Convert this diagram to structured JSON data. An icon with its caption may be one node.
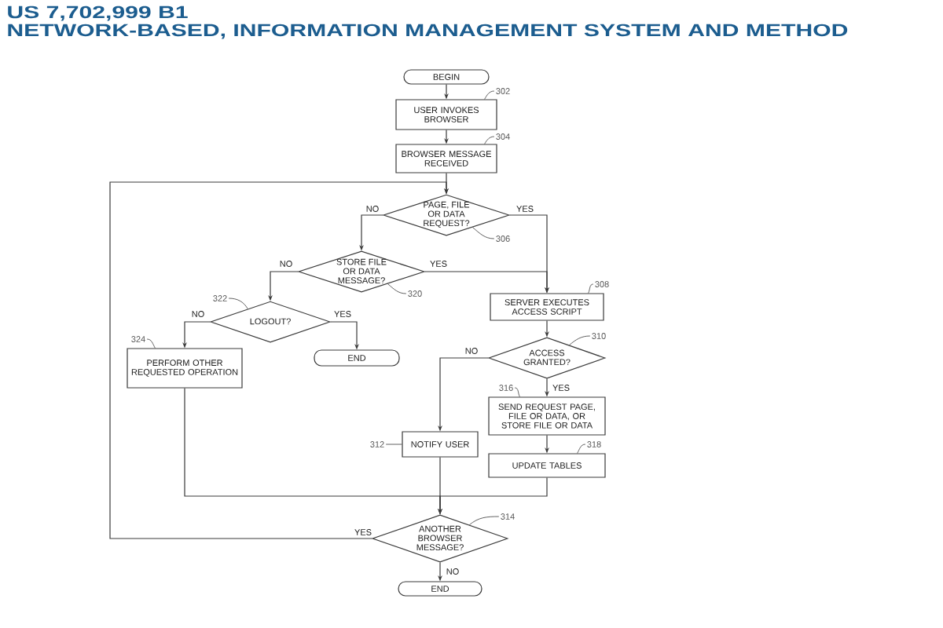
{
  "diagram": {
    "title": "NETWORK-BASED, INFORMATION MANAGEMENT SYSTEM AND METHOD",
    "labels": [
      "US 7,702,999 B1"
    ],
    "nodes": [
      {
        "text": [
          "BEGIN"
        ]
      },
      {
        "text": [
          "USER INVOKES BROWSER"
        ]
      },
      {
        "text": [
          "BROWSER MESSAGE RECEIVED"
        ]
      },
      {
        "text": [
          "PAGE, FILE OR DATA REQUEST?"
        ]
      },
      {
        "text": [
          "STORE FILE OR DATA MESSAGE?"
        ]
      },
      {
        "text": [
          "LOGOUT?"
        ]
      },
      {
        "text": [
          "END"
        ]
      },
      {
        "text": [
          "PERFORM OTHER REQUESTED OPERATION"
        ]
      },
      {
        "text": [
          "SERVER EXECUTES ACCESS SCRIPT"
        ]
      },
      {
        "text": [
          "ACCESS GRANTED?"
        ]
      },
      {
        "text": [
          "SEND REQUEST PAGE, FILE OR DATA, OR STORE FILE OR DATA"
        ]
      },
      {
        "text": [
          "UPDATE TABLES"
        ]
      },
      {
        "text": [
          "NOTIFY USER"
        ]
      },
      {
        "text": [
          "ANOTHER BROWSER MESSAGE?"
        ]
      },
      {
        "text": [
          "END"
        ]
      },
      {
        "text": [
          "302"
        ]
      },
      {
        "text": [
          "304"
        ]
      },
      {
        "text": [
          "306"
        ]
      },
      {
        "text": [
          "308"
        ]
      },
      {
        "text": [
          "320"
        ]
      },
      {
        "text": [
          "322"
        ]
      },
      {
        "text": [
          "310"
        ]
      },
      {
        "text": [
          "324"
        ]
      },
      {
        "text": [
          "316"
        ]
      },
      {
        "text": [
          "312"
        ]
      },
      {
        "text": [
          "318"
        ]
      },
      {
        "text": [
          "314"
        ]
      }
    ],
    "edges": [
      {
        "from": 0,
        "to": 1,
        "arrow": "to"
      },
      {
        "from": 1,
        "to": 2,
        "arrow": "to"
      },
      {
        "from": 2,
        "to": 3,
        "arrow": "to"
      },
      {
        "from": 3,
        "to": 4,
        "arrow": "to",
        "label": "NO"
      },
      {
        "from": 3,
        "to": 8,
        "arrow": "to",
        "label": "YES"
      },
      {
        "from": 4,
        "to": 5,
        "arrow": "to",
        "label": "NO"
      },
      {
        "from": 4,
        "to": 8,
        "arrow": "to",
        "label": "YES"
      },
      {
        "from": 5,
        "to": 7,
        "arrow": "to",
        "label": "NO"
      },
      {
        "from": 5,
        "to": 6,
        "arrow": "to",
        "label": "YES"
      },
      {
        "from": 8,
        "to": 9,
        "arrow": "to"
      },
      {
        "from": 9,
        "to": 12,
        "arrow": "to",
        "label": "NO"
      },
      {
        "from": 9,
        "to": 10,
        "arrow": "to",
        "label": "YES"
      },
      {
        "from": 10,
        "to": 11,
        "arrow": "to"
      },
      {
        "from": 11,
        "to": 13,
        "arrow": "to"
      },
      {
        "from": 7,
        "to": 13,
        "arrow": "to"
      },
      {
        "from": 12,
        "to": 13,
        "arrow": "to"
      },
      {
        "from": 13,
        "to": 3,
        "arrow": "to",
        "label": "YES"
      },
      {
        "from": 13,
        "to": 14,
        "arrow": "to",
        "label": "NO"
      },
      {
        "from": 15,
        "to": 1,
        "arrow": "none"
      },
      {
        "from": 16,
        "to": 2,
        "arrow": "none"
      },
      {
        "from": 17,
        "to": 3,
        "arrow": "none"
      },
      {
        "from": 18,
        "to": 8,
        "arrow": "none"
      },
      {
        "from": 19,
        "to": 4,
        "arrow": "none"
      },
      {
        "from": 20,
        "to": 5,
        "arrow": "none"
      },
      {
        "from": 21,
        "to": 9,
        "arrow": "none"
      },
      {
        "from": 22,
        "to": 7,
        "arrow": "none"
      },
      {
        "from": 23,
        "to": 10,
        "arrow": "none"
      },
      {
        "from": 24,
        "to": 12,
        "arrow": "none"
      },
      {
        "from": 25,
        "to": 11,
        "arrow": "none"
      },
      {
        "from": 26,
        "to": 13,
        "arrow": "none"
      }
    ]
  }
}
